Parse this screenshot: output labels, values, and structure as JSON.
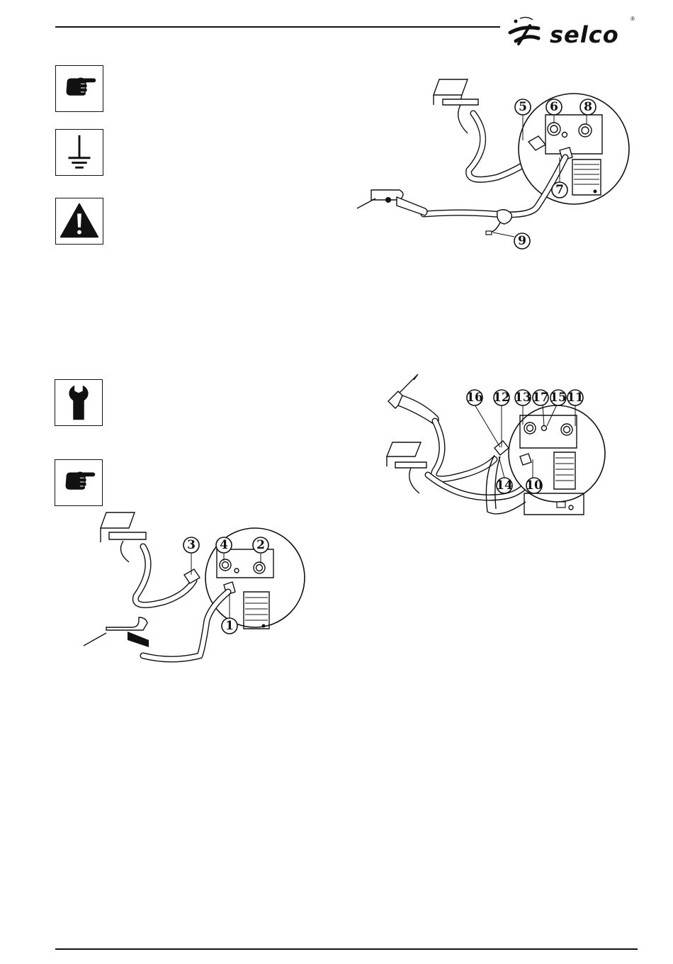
{
  "header": {
    "logo_text": "selco",
    "logo_mark": "®",
    "logo_icon": "selco-swirl-logo"
  },
  "icons": [
    {
      "name": "pointing-hand-icon"
    },
    {
      "name": "ground-symbol-icon"
    },
    {
      "name": "warning-triangle-icon"
    },
    {
      "name": "wrench-icon"
    },
    {
      "name": "pointing-hand-icon"
    }
  ],
  "figures": {
    "mig": {
      "callouts": [
        "5",
        "6",
        "8",
        "7",
        "9"
      ]
    },
    "tig": {
      "callouts": [
        "16",
        "12",
        "13",
        "17",
        "15",
        "11",
        "14",
        "10"
      ]
    },
    "mma": {
      "callouts": [
        "3",
        "4",
        "2",
        "1"
      ]
    }
  }
}
